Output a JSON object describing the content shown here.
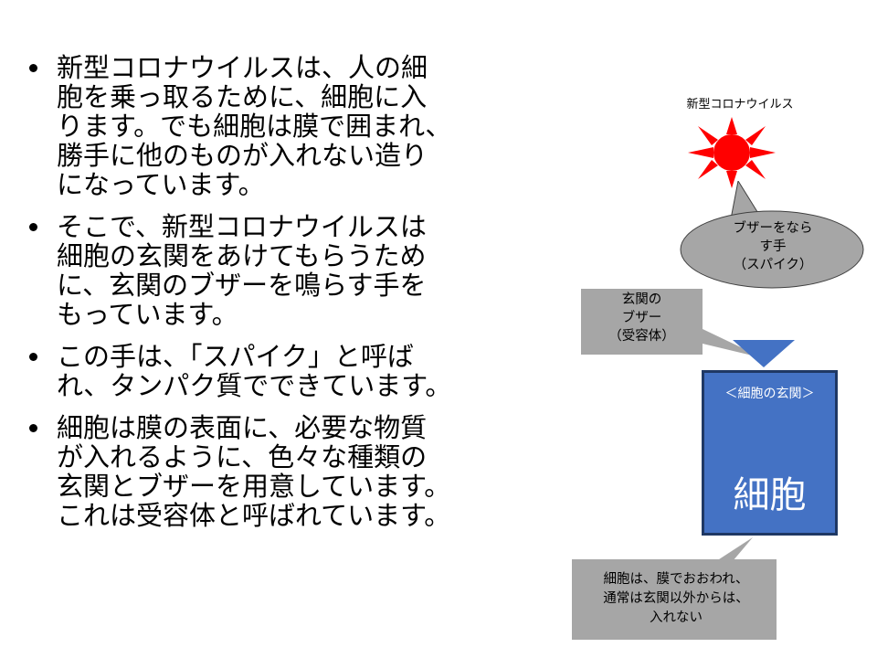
{
  "bullets": [
    {
      "lines": [
        "新型コロナウイルスは、人の細",
        "胞を乗っ取るために、細胞に入",
        "ります。でも細胞は膜で囲まれ、",
        "勝手に他のものが入れない造り",
        "になっています。"
      ]
    },
    {
      "lines": [
        "そこで、新型コロナウイルスは",
        "細胞の玄関をあけてもらうため",
        "に、玄関のブザーを鳴らす手を",
        "もっています。"
      ]
    },
    {
      "lines": [
        "この手は、「スパイク」と呼ば",
        "れ、タンパク質でできています。"
      ]
    },
    {
      "lines": [
        "細胞は膜の表面に、必要な物質",
        "が入れるように、色々な種類の",
        "玄関とブザーを用意しています。",
        "これは受容体と呼ばれています。"
      ]
    }
  ],
  "diagram": {
    "virus_label": "新型コロナウイルス",
    "spike_callout": [
      "ブザーをなら",
      "す手",
      "（スパイク）"
    ],
    "receptor_callout": [
      "玄関の",
      "ブザー",
      "（受容体）"
    ],
    "cell_gate_label": "＜細胞の玄関＞",
    "cell_label": "細胞",
    "membrane_callout": [
      "細胞は、膜でおおわれ、",
      "通常は玄関以外からは、",
      "入れない"
    ],
    "colors": {
      "virus": "#ff0000",
      "cell_fill": "#4472c4",
      "cell_border": "#1f3864",
      "callout_fill": "#a6a6a6",
      "receptor": "#4472c4"
    }
  }
}
